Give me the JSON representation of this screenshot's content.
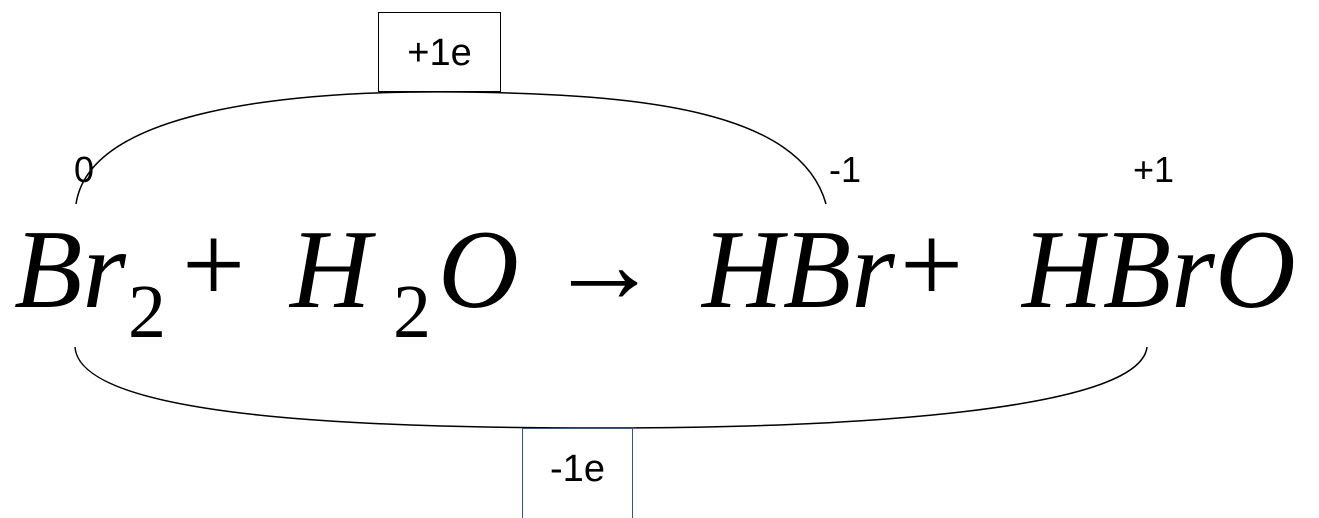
{
  "transfer_top": "+1e",
  "transfer_bottom": "-1e",
  "oxidation_states": {
    "br2": "0",
    "hbr": "-1",
    "hbro": "+1"
  },
  "equation": {
    "reactant1": "Br",
    "reactant1_sub": "2",
    "plus1": "+",
    "reactant2_a": "H",
    "reactant2_sub": "2",
    "reactant2_b": "O",
    "arrow": "→",
    "product1": "HBr",
    "plus2": "+",
    "product2": "HBrO"
  }
}
